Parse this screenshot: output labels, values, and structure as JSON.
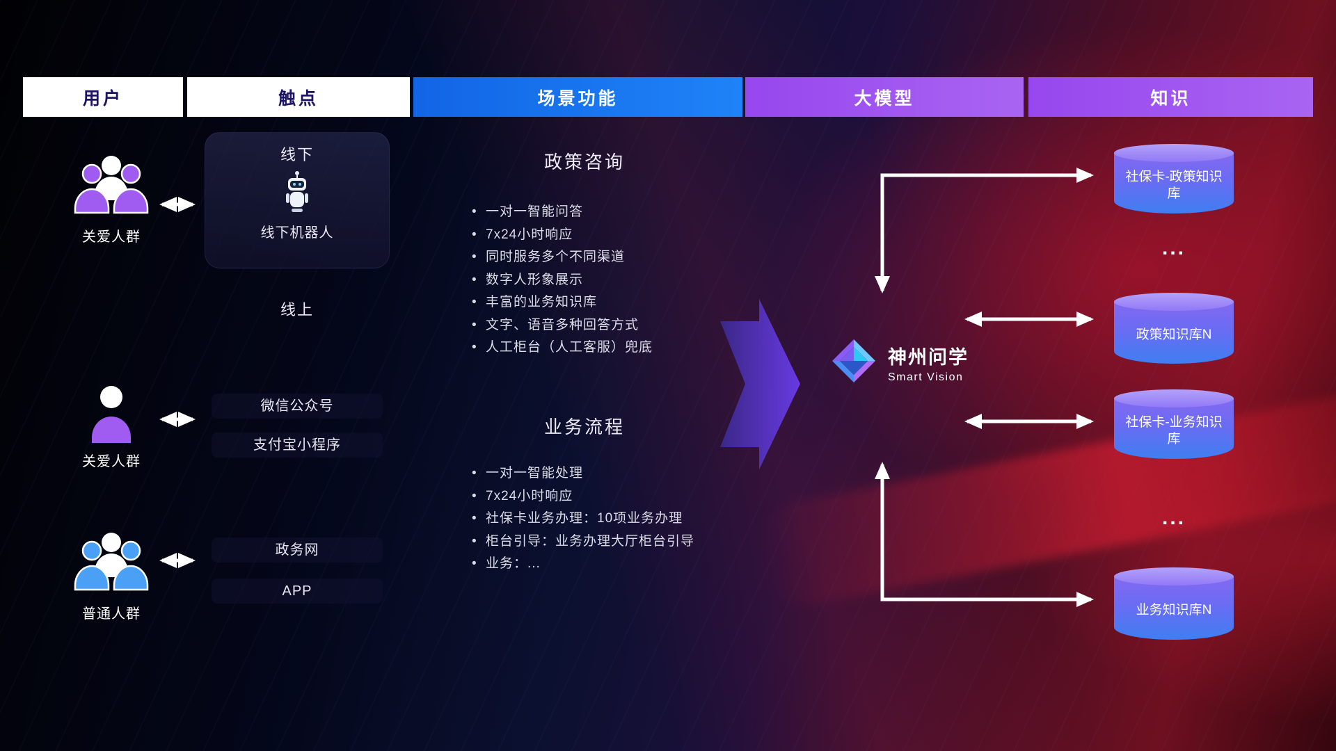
{
  "headers": [
    {
      "label": "用户",
      "variant": "white"
    },
    {
      "label": "触点",
      "variant": "white"
    },
    {
      "label": "场景功能",
      "variant": "blue"
    },
    {
      "label": "大模型",
      "variant": "purple"
    },
    {
      "label": "知识",
      "variant": "purple"
    }
  ],
  "users": [
    {
      "label": "关爱人群",
      "icon": "group-people-icon-purple"
    },
    {
      "label": "关爱人群",
      "icon": "person-icon-purple"
    },
    {
      "label": "普通人群",
      "icon": "group-people-icon-blue"
    }
  ],
  "touchpoints": {
    "offline_title": "线下",
    "offline_robot_label": "线下机器人",
    "online_title": "线上",
    "online_items": [
      "微信公众号",
      "支付宝小程序",
      "政务网",
      "APP"
    ]
  },
  "scenarios": [
    {
      "title": "政策咨询",
      "items": [
        "一对一智能问答",
        "7x24小时响应",
        "同时服务多个不同渠道",
        "数字人形象展示",
        "丰富的业务知识库",
        "文字、语音多种回答方式",
        "人工柜台（人工客服）兜底"
      ]
    },
    {
      "title": "业务流程",
      "items": [
        "一对一智能处理",
        "7x24小时响应",
        "社保卡业务办理：10项业务办理",
        "柜台引导：业务办理大厅柜台引导",
        "业务：..."
      ]
    }
  ],
  "model": {
    "name": "神州问学",
    "subtitle": "Smart Vision",
    "logo_icon": "diamond-gem-icon"
  },
  "knowledge": {
    "items": [
      {
        "type": "db",
        "label": "社保卡-政策知识库"
      },
      {
        "type": "ellipsis",
        "label": "..."
      },
      {
        "type": "db",
        "label": "政策知识库N"
      },
      {
        "type": "db",
        "label": "社保卡-业务知识库"
      },
      {
        "type": "ellipsis",
        "label": "..."
      },
      {
        "type": "db",
        "label": "业务知识库N"
      }
    ]
  },
  "colors": {
    "header_blue": "#1b7bf0",
    "header_purple": "#a055f0",
    "cylinder_top": "#a18cf8",
    "cylinder_body_top": "#8468f2",
    "cylinder_body_bottom": "#3f7ef2",
    "big_arrow_purple": "#5b2fc0",
    "arrow_white": "#ffffff",
    "background_red": "#c01830",
    "user_purple": "#a05cf0",
    "user_blue": "#4aa0f5"
  }
}
